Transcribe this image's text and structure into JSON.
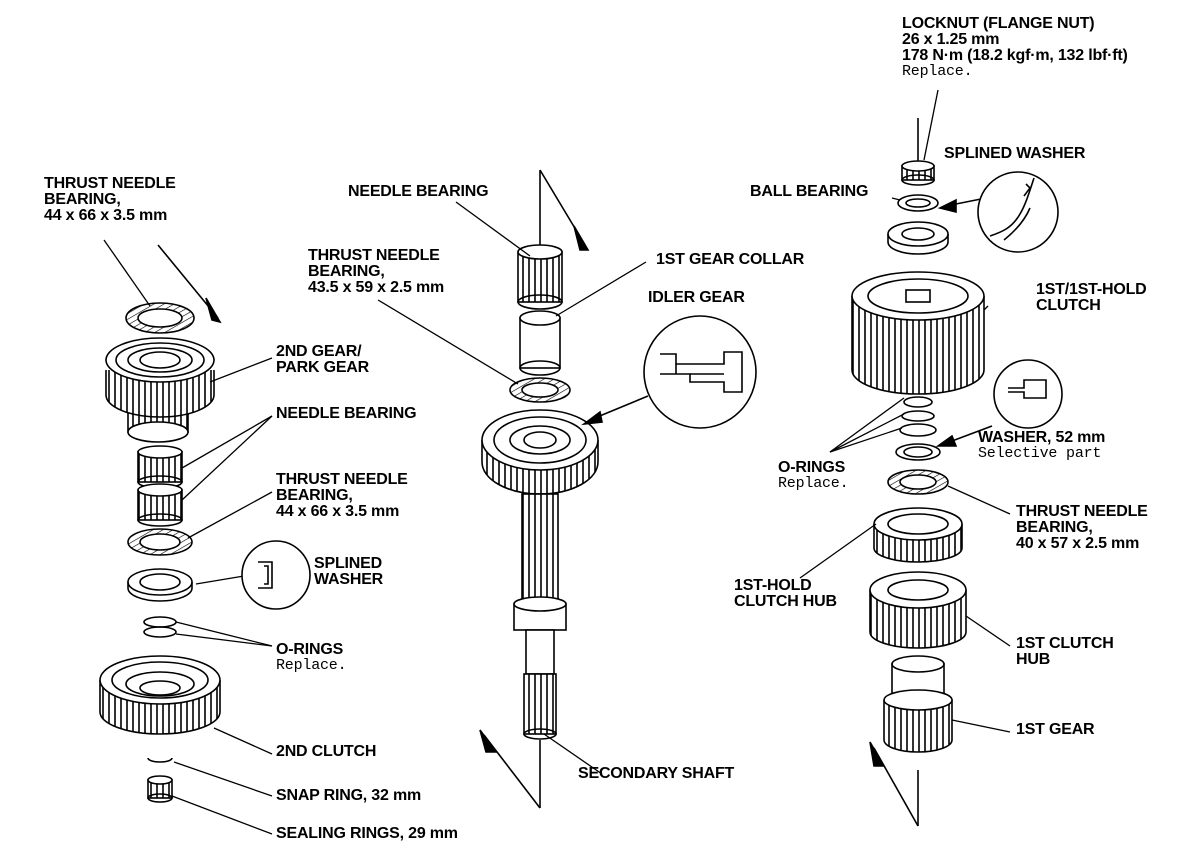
{
  "left": {
    "thrust_bearing_top": {
      "line1": "THRUST NEEDLE",
      "line2": "BEARING,",
      "line3": "44 x 66 x 3.5 mm"
    },
    "second_gear": {
      "line1": "2ND GEAR/",
      "line2": "PARK GEAR"
    },
    "needle_bearing": "NEEDLE BEARING",
    "thrust_bearing_mid": {
      "line1": "THRUST NEEDLE",
      "line2": "BEARING,",
      "line3": "44 x 66 x 3.5 mm"
    },
    "splined_washer": {
      "line1": "SPLINED",
      "line2": "WASHER"
    },
    "o_rings": {
      "line1": "O-RINGS",
      "note": "Replace."
    },
    "second_clutch": "2ND CLUTCH",
    "snap_ring": "SNAP RING, 32 mm",
    "sealing_rings": "SEALING RINGS, 29 mm"
  },
  "middle": {
    "needle_bearing": "NEEDLE BEARING",
    "thrust_bearing": {
      "line1": "THRUST NEEDLE",
      "line2": "BEARING,",
      "line3": "43.5 x 59 x 2.5 mm"
    },
    "first_gear_collar": "1ST GEAR COLLAR",
    "idler_gear": "IDLER GEAR",
    "secondary_shaft": "SECONDARY SHAFT"
  },
  "right": {
    "locknut": {
      "line1": "LOCKNUT (FLANGE NUT)",
      "line2": "26 x 1.25 mm",
      "line3": "178 N·m (18.2 kgf·m, 132 lbf·ft)",
      "note": "Replace."
    },
    "splined_washer": "SPLINED WASHER",
    "ball_bearing": "BALL BEARING",
    "first_hold_clutch": {
      "line1": "1ST/1ST-HOLD",
      "line2": "CLUTCH"
    },
    "washer": {
      "line1": "WASHER, 52 mm",
      "note": "Selective part"
    },
    "o_rings": {
      "line1": "O-RINGS",
      "note": "Replace."
    },
    "thrust_bearing": {
      "line1": "THRUST NEEDLE",
      "line2": "BEARING,",
      "line3": "40 x 57 x 2.5 mm"
    },
    "first_hold_hub": {
      "line1": "1ST-HOLD",
      "line2": "CLUTCH HUB"
    },
    "first_clutch_hub": {
      "line1": "1ST CLUTCH",
      "line2": "HUB"
    },
    "first_gear": "1ST GEAR"
  }
}
